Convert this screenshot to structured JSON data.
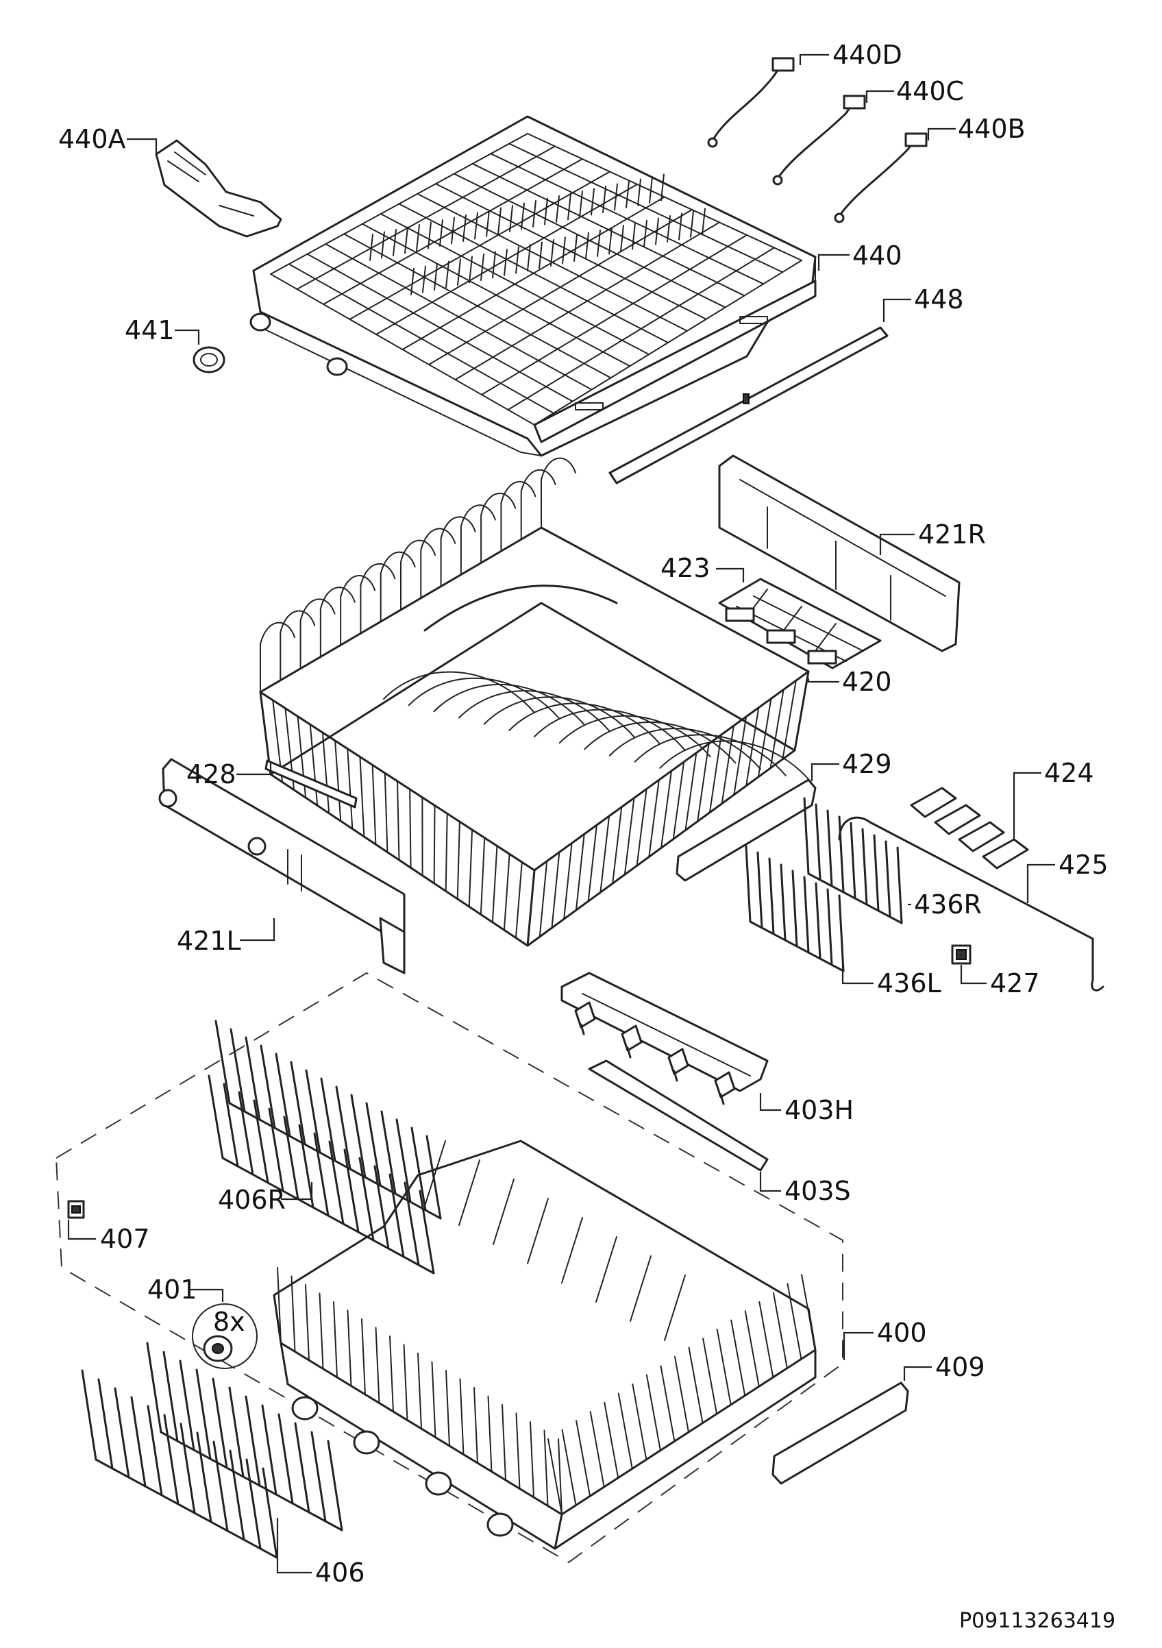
{
  "diagram": {
    "code": "P09113263419",
    "quantity_note": "8x",
    "parts": [
      {
        "id": "p440D",
        "label": "440D"
      },
      {
        "id": "p440C",
        "label": "440C"
      },
      {
        "id": "p440B",
        "label": "440B"
      },
      {
        "id": "p440A",
        "label": "440A"
      },
      {
        "id": "p440",
        "label": "440"
      },
      {
        "id": "p441",
        "label": "441"
      },
      {
        "id": "p448",
        "label": "448"
      },
      {
        "id": "p421R",
        "label": "421R"
      },
      {
        "id": "p423",
        "label": "423"
      },
      {
        "id": "p420",
        "label": "420"
      },
      {
        "id": "p428",
        "label": "428"
      },
      {
        "id": "p429",
        "label": "429"
      },
      {
        "id": "p424",
        "label": "424"
      },
      {
        "id": "p425",
        "label": "425"
      },
      {
        "id": "p436R",
        "label": "436R"
      },
      {
        "id": "p421L",
        "label": "421L"
      },
      {
        "id": "p436L",
        "label": "436L"
      },
      {
        "id": "p427",
        "label": "427"
      },
      {
        "id": "p403H",
        "label": "403H"
      },
      {
        "id": "p403S",
        "label": "403S"
      },
      {
        "id": "p406R",
        "label": "406R"
      },
      {
        "id": "p407",
        "label": "407"
      },
      {
        "id": "p401",
        "label": "401"
      },
      {
        "id": "p400",
        "label": "400"
      },
      {
        "id": "p409",
        "label": "409"
      },
      {
        "id": "p406",
        "label": "406"
      }
    ]
  }
}
